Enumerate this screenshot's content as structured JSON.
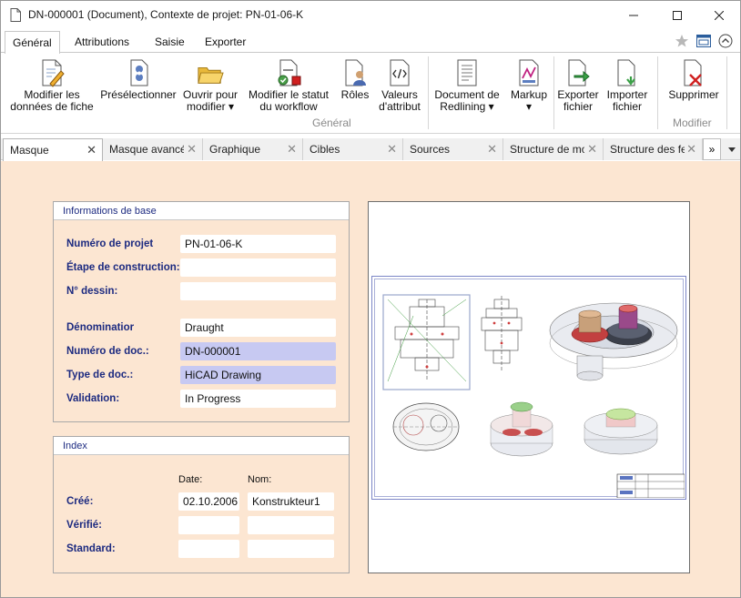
{
  "window": {
    "title": "DN-000001 (Document), Contexte de projet: PN-01-06-K"
  },
  "ribbon_tabs": [
    {
      "label": "Général",
      "active": true
    },
    {
      "label": "Attributions",
      "active": false
    },
    {
      "label": "Saisie",
      "active": false
    },
    {
      "label": "Exporter",
      "active": false
    }
  ],
  "ribbon": {
    "modifier_donnees": "Modifier les\ndonnées de fiche",
    "preselectionner": "Présélectionner",
    "ouvrir_pour": "Ouvrir pour\nmodifier ▾",
    "modifier_statut": "Modifier le statut\ndu workflow",
    "roles": "Rôles",
    "valeurs_attribut": "Valeurs\nd'attribut",
    "document_redlining": "Document de\nRedlining ▾",
    "markup": "Markup\n▾",
    "exporter_fichier": "Exporter\nfichier",
    "importer_fichier": "Importer\nfichier",
    "supprimer": "Supprimer",
    "group_general": "Général",
    "group_modifier": "Modifier"
  },
  "doc_tabs": [
    {
      "label": "Masque",
      "active": true
    },
    {
      "label": "Masque avancé",
      "active": false
    },
    {
      "label": "Graphique",
      "active": false
    },
    {
      "label": "Cibles",
      "active": false
    },
    {
      "label": "Sources",
      "active": false
    },
    {
      "label": "Structure de mo",
      "active": false
    },
    {
      "label": "Structure des fe",
      "active": false
    }
  ],
  "doc_tabs_more": "»",
  "info": {
    "title": "Informations de base",
    "numero_projet_label": "Numéro de projet",
    "numero_projet": "PN-01-06-K",
    "etape_label": "Étape de construction:",
    "etape": "",
    "dessin_label": "N° dessin:",
    "dessin": "",
    "denominatior_label": "Dénominatior",
    "denominatior": "Draught",
    "numero_doc_label": "Numéro de doc.:",
    "numero_doc": "DN-000001",
    "type_doc_label": "Type de doc.:",
    "type_doc": "HiCAD Drawing",
    "validation_label": "Validation:",
    "validation": "In Progress"
  },
  "index": {
    "title": "Index",
    "date_head": "Date:",
    "nom_head": "Nom:",
    "cree_label": "Créé:",
    "cree_date": "02.10.2006",
    "cree_nom": "Konstrukteur1",
    "verifie_label": "Vérifié:",
    "verifie_date": "",
    "verifie_nom": "",
    "standard_label": "Standard:",
    "standard_date": "",
    "standard_nom": ""
  },
  "colors": {
    "form_background": "#fce6d2",
    "label_blue": "#1c2a80",
    "readonly_field": "#c7c9f2"
  }
}
